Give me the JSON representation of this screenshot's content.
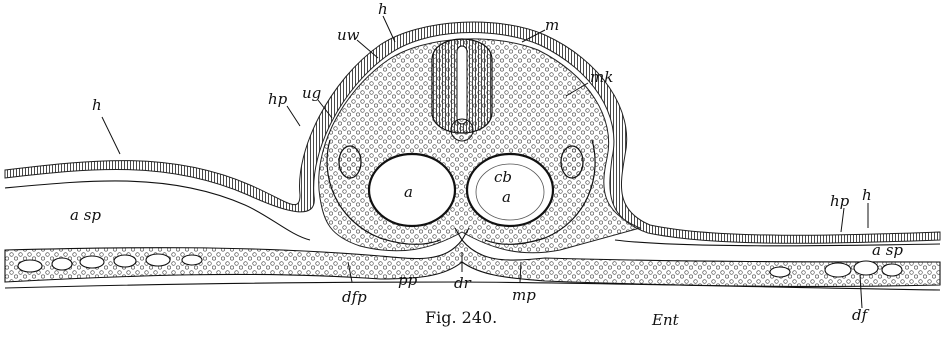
{
  "figure": {
    "caption": "Fig. 240.",
    "labels": {
      "h_top": "h",
      "m": "m",
      "uw": "uw",
      "mk": "mk",
      "ug": "ug",
      "hp_left": "hp",
      "h_left": "h",
      "asp_left": "a sp",
      "a_left": "a",
      "cb": "cb",
      "a_right": "a",
      "hp_right": "hp",
      "h_right": "h",
      "asp_right": "a sp",
      "dfp": "dfp",
      "pp": "pp",
      "dr": "dr",
      "mp": "mp",
      "ent": "Ent",
      "df": "df"
    }
  }
}
